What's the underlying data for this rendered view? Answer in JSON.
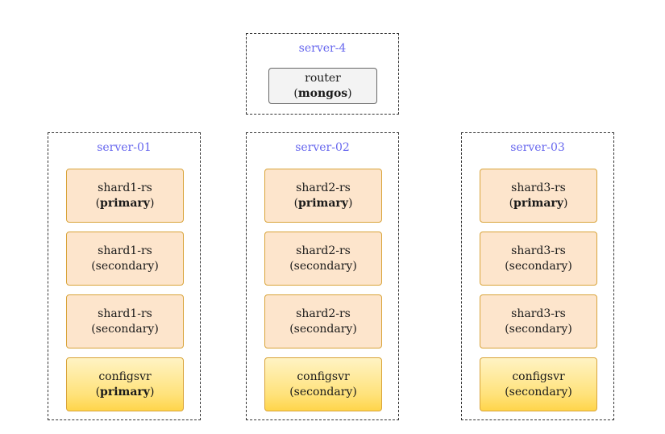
{
  "router_server": {
    "title": "server-4",
    "router": {
      "name": "router",
      "role": "mongos",
      "role_bold": true
    }
  },
  "servers": [
    {
      "title": "server-01",
      "nodes": [
        {
          "name": "shard1-rs",
          "role": "primary",
          "role_bold": true,
          "kind": "shard"
        },
        {
          "name": "shard1-rs",
          "role": "secondary",
          "role_bold": false,
          "kind": "shard"
        },
        {
          "name": "shard1-rs",
          "role": "secondary",
          "role_bold": false,
          "kind": "shard"
        },
        {
          "name": "configsvr",
          "role": "primary",
          "role_bold": true,
          "kind": "config"
        }
      ]
    },
    {
      "title": "server-02",
      "nodes": [
        {
          "name": "shard2-rs",
          "role": "primary",
          "role_bold": true,
          "kind": "shard"
        },
        {
          "name": "shard2-rs",
          "role": "secondary",
          "role_bold": false,
          "kind": "shard"
        },
        {
          "name": "shard2-rs",
          "role": "secondary",
          "role_bold": false,
          "kind": "shard"
        },
        {
          "name": "configsvr",
          "role": "secondary",
          "role_bold": false,
          "kind": "config"
        }
      ]
    },
    {
      "title": "server-03",
      "nodes": [
        {
          "name": "shard3-rs",
          "role": "primary",
          "role_bold": true,
          "kind": "shard"
        },
        {
          "name": "shard3-rs",
          "role": "secondary",
          "role_bold": false,
          "kind": "shard"
        },
        {
          "name": "shard3-rs",
          "role": "secondary",
          "role_bold": false,
          "kind": "shard"
        },
        {
          "name": "configsvr",
          "role": "secondary",
          "role_bold": false,
          "kind": "config"
        }
      ]
    }
  ],
  "colors": {
    "server_title": "#6666ee",
    "shard_fill": "#fde5cc",
    "shard_border": "#d9a43a",
    "config_fill": "#ffd54a",
    "router_fill": "#f3f3f3"
  }
}
